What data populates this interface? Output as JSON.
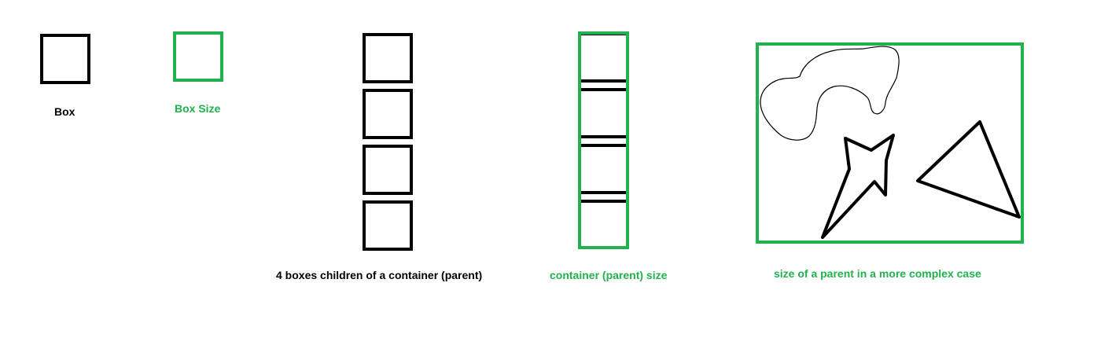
{
  "colors": {
    "black": "#000000",
    "green": "#22b14c"
  },
  "labels": {
    "box": "Box",
    "box_size": "Box Size",
    "children": "4 boxes children of a container (parent)",
    "container_size": "container (parent) size",
    "complex_case": "size of a parent in a more complex case"
  }
}
